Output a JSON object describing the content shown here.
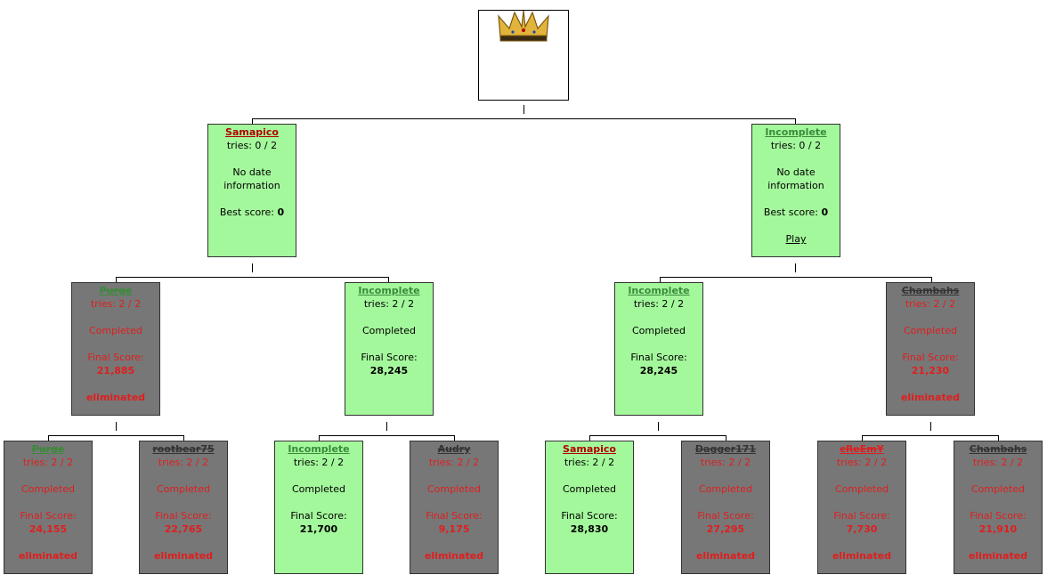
{
  "root": {
    "icon": "crown-icon"
  },
  "colors": {
    "active_bg": "#a4f89c",
    "eliminated_bg": "#777777",
    "eliminated_text": "#e01e1e"
  },
  "semi_left": {
    "name": "Samapico",
    "tries": "tries: 0 / 2",
    "date_line1": "No date",
    "date_line2": "information",
    "best_label": "Best score: ",
    "best_value": "0"
  },
  "semi_right": {
    "name": "Incomplete",
    "tries": "tries: 0 / 2",
    "date_line1": "No date",
    "date_line2": "information",
    "best_label": "Best score: ",
    "best_value": "0",
    "play": "Play"
  },
  "round2": [
    {
      "name": "Purge",
      "tries": "tries: 2 / 2",
      "status": "Completed",
      "score_label": "Final Score:",
      "score": "21,885",
      "elim": "eliminated"
    },
    {
      "name": "Incomplete",
      "tries": "tries: 2 / 2",
      "status": "Completed",
      "score_label": "Final Score:",
      "score": "28,245"
    },
    {
      "name": "Incomplete",
      "tries": "tries: 2 / 2",
      "status": "Completed",
      "score_label": "Final Score:",
      "score": "28,245"
    },
    {
      "name": "Chambahs",
      "tries": "tries: 2 / 2",
      "status": "Completed",
      "score_label": "Final Score:",
      "score": "21,230",
      "elim": "eliminated"
    }
  ],
  "round1": [
    {
      "name": "Purge",
      "tries": "tries: 2 / 2",
      "status": "Completed",
      "score_label": "Final Score:",
      "score": "24,155",
      "elim": "eliminated"
    },
    {
      "name": "rootbear75",
      "tries": "tries: 2 / 2",
      "status": "Completed",
      "score_label": "Final Score:",
      "score": "22,765",
      "elim": "eliminated"
    },
    {
      "name": "Incomplete",
      "tries": "tries: 2 / 2",
      "status": "Completed",
      "score_label": "Final Score:",
      "score": "21,700"
    },
    {
      "name": "Audry",
      "tries": "tries: 2 / 2",
      "status": "Completed",
      "score_label": "Final Score:",
      "score": "9,175",
      "elim": "eliminated"
    },
    {
      "name": "Samapico",
      "tries": "tries: 2 / 2",
      "status": "Completed",
      "score_label": "Final Score:",
      "score": "28,830"
    },
    {
      "name": "Dagger171",
      "tries": "tries: 2 / 2",
      "status": "Completed",
      "score_label": "Final Score:",
      "score": "27,295",
      "elim": "eliminated"
    },
    {
      "name": "cReEmY",
      "tries": "tries: 2 / 2",
      "status": "Completed",
      "score_label": "Final Score:",
      "score": "7,730",
      "elim": "eliminated"
    },
    {
      "name": "Chambahs",
      "tries": "tries: 2 / 2",
      "status": "Completed",
      "score_label": "Final Score:",
      "score": "21,910",
      "elim": "eliminated"
    }
  ]
}
